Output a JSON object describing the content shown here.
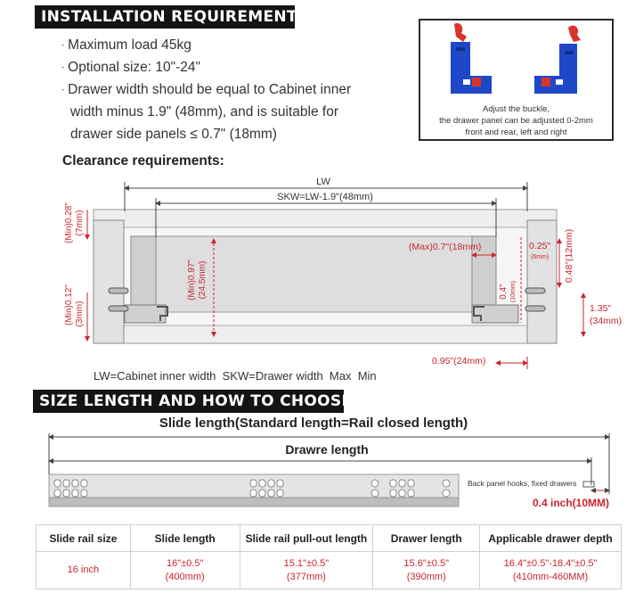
{
  "install": {
    "banner": "INSTALLATION REQUIREMENTS:",
    "bullets": [
      "Maximum load 45kg",
      "Optional size: 10\"-24\"",
      "Drawer width should be equal to Cabinet inner",
      "width minus 1.9\" (48mm), and is suitable for",
      "drawer side panels ≤ 0.7\" (18mm)"
    ],
    "buckle": {
      "lines": [
        "Adjust the buckle,",
        "the drawer panel can be adjusted 0-2mm",
        "front and rear, left and right"
      ]
    }
  },
  "clearance": {
    "title": "Clearance requirements:",
    "lw": "LW",
    "skw": "SKW=LW-1.9\"(48mm)",
    "min028": "(Min)0.28\"",
    "mm7": "(7mm)",
    "min012": "(Min)0.12\"",
    "mm3": "(3mm)",
    "min097": "(Min)0.97\"",
    "mm245": "(24.5mm)",
    "max07": "(Max)0.7\"(18mm)",
    "v025": "0.25\"",
    "mm6": "(6mm)",
    "v048": "0.48\"(12mm)",
    "v04": "0.4\"",
    "mm10": "(10mm)",
    "v135": "1.35\"",
    "mm34": "(34mm)",
    "v095": "0.95\"(24mm)",
    "legend": "LW=Cabinet inner width  SKW=Drawer width  Max  Min"
  },
  "size": {
    "banner": "SIZE LENGTH AND HOW TO CHOOSE",
    "slide_title": "Slide length(Standard length=Rail closed length)",
    "drawer_length": "Drawre length",
    "back_hooks": "Back panel hooks, fixed drawers",
    "gap": "0.4 inch(10MM)"
  },
  "table": {
    "headers": [
      "Slide rail size",
      "Slide length",
      "Slide rail pull-out length",
      "Drawer length",
      "Applicable drawer depth"
    ],
    "row": {
      "c1": "16 inch",
      "c2a": "16\"±0.5\"",
      "c2b": "(400mm)",
      "c3a": "15.1\"±0.5\"",
      "c3b": "(377mm)",
      "c4a": "15.6\"±0.5\"",
      "c4b": "(390mm)",
      "c5a": "16.4\"±0.5\"-18.4\"±0.5\"",
      "c5b": "(410mm-460MM)"
    }
  },
  "colors": {
    "accent_red": "#c8252d",
    "banner": "#141414",
    "blue_buckle": "#1f48c8"
  }
}
